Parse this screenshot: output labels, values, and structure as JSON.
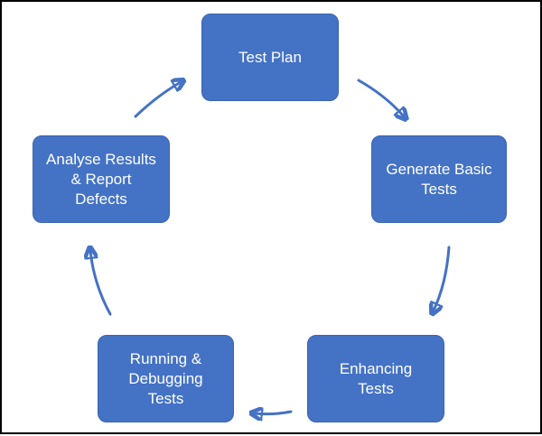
{
  "diagram": {
    "nodes": [
      {
        "id": "test-plan",
        "label": "Test Plan"
      },
      {
        "id": "generate-basic-tests",
        "label": "Generate Basic\nTests"
      },
      {
        "id": "enhancing-tests",
        "label": "Enhancing\nTests"
      },
      {
        "id": "running-debugging-tests",
        "label": "Running &\nDebugging\nTests"
      },
      {
        "id": "analyse-results",
        "label": "Analyse Results\n& Report\nDefects"
      }
    ],
    "edges": [
      {
        "from": "test-plan",
        "to": "generate-basic-tests"
      },
      {
        "from": "generate-basic-tests",
        "to": "enhancing-tests"
      },
      {
        "from": "enhancing-tests",
        "to": "running-debugging-tests"
      },
      {
        "from": "running-debugging-tests",
        "to": "analyse-results"
      },
      {
        "from": "analyse-results",
        "to": "test-plan"
      }
    ],
    "colors": {
      "node_fill": "#4472c4",
      "node_text": "#ffffff",
      "arrow": "#4472c4",
      "border": "#000000"
    }
  }
}
